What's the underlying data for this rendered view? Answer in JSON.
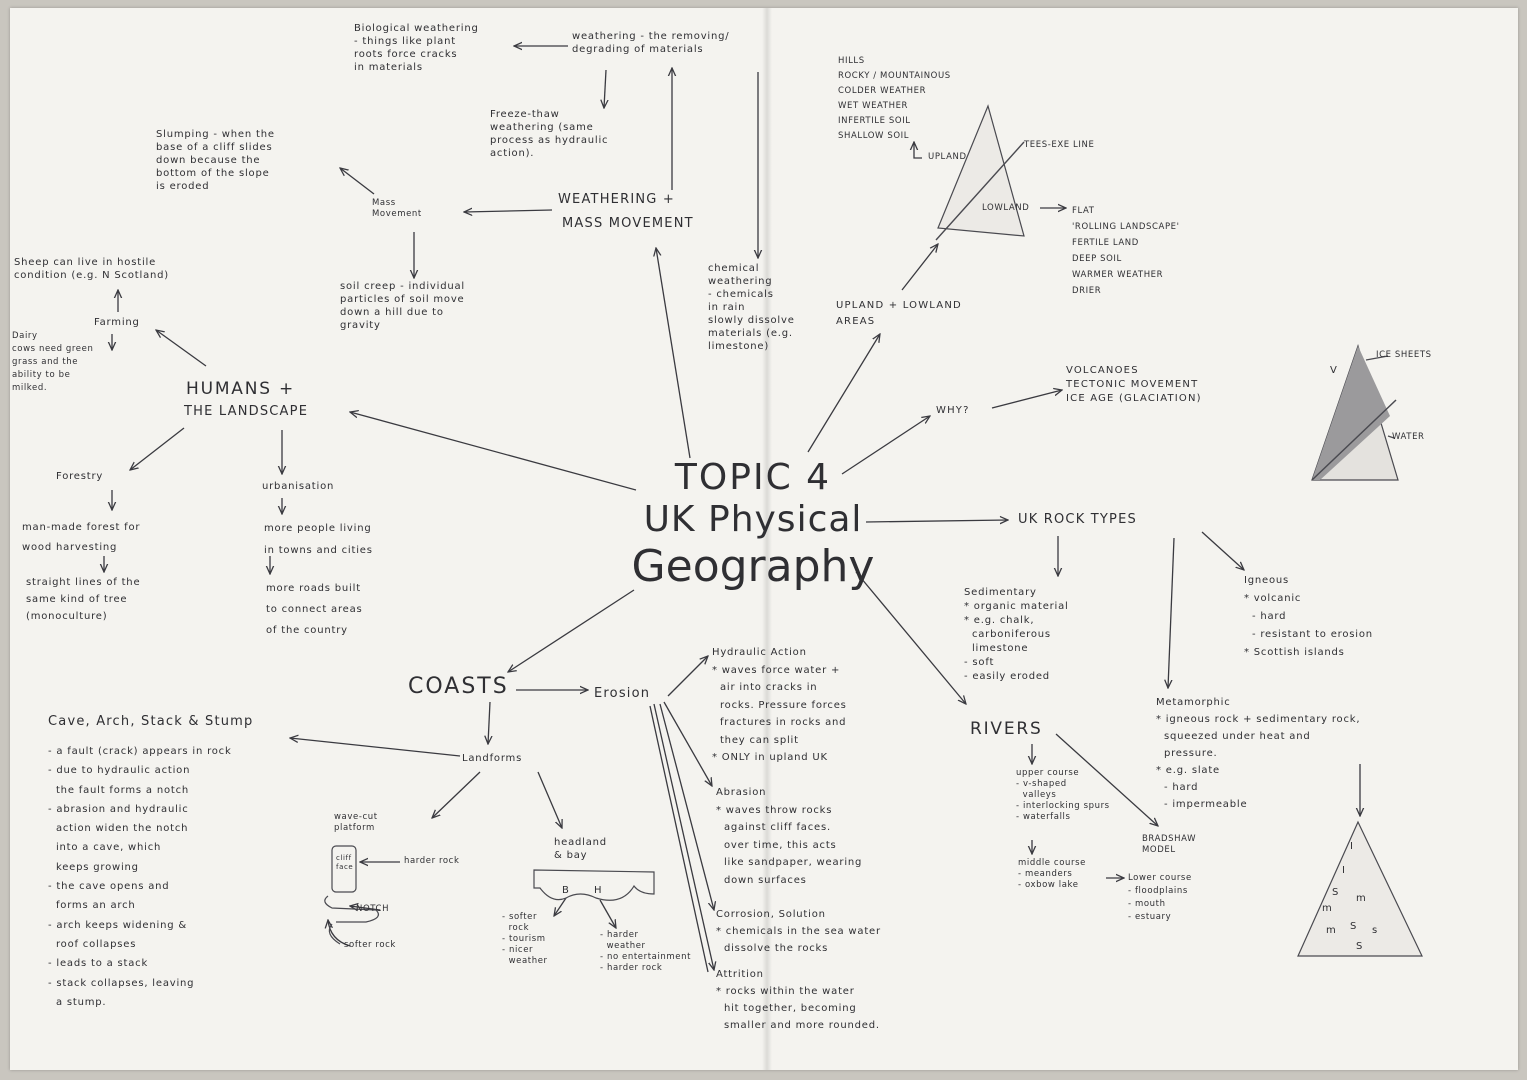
{
  "center": {
    "line1": "TOPIC 4",
    "line2": "UK Physical",
    "line3": "Geography"
  },
  "weathering": {
    "title_line1": "WEATHERING +",
    "title_line2": "MASS MOVEMENT",
    "definition": "weathering - the removing/\ndegrading of materials",
    "biological": "Biological weathering\n- things like plant\nroots force cracks\nin materials",
    "freeze_thaw": "Freeze-thaw\nweathering (same\nprocess as hydraulic\naction).",
    "chemical": "chemical\nweathering\n- chemicals\nin rain\nslowly dissolve\nmaterials (e.g.\nlimestone)",
    "mass_movement": "Mass\nMovement",
    "slumping": "Slumping - when the\nbase of a cliff slides\ndown because the\nbottom of the slope\nis eroded",
    "soil_creep": "soil creep - individual\nparticles of soil move\ndown a hill due to\ngravity"
  },
  "humans": {
    "title_line1": "HUMANS +",
    "title_line2": "THE LANDSCAPE",
    "sheep": "Sheep can live in hostile\ncondition (e.g. N Scotland)",
    "farming": "Farming",
    "dairy": "Dairy\ncows need green\ngrass and the\nability to be\nmilked.",
    "forestry": "Forestry",
    "forest_desc": "man-made forest for\nwood harvesting",
    "monoculture": "straight lines of the\nsame kind of tree\n(monoculture)",
    "urbanisation": "urbanisation",
    "urban_desc": "more people living\nin towns and cities",
    "roads": "more roads built\nto connect areas\nof the country"
  },
  "upland_lowland": {
    "title": "UPLAND + LOWLAND\nAREAS",
    "upland_list": "HILLS\nROCKY / MOUNTAINOUS\nCOLDER WEATHER\nWET WEATHER\nINFERTILE SOIL\nSHALLOW SOIL",
    "upland_label": "UPLAND",
    "tees_exe": "TEES-EXE LINE",
    "lowland_label": "LOWLAND",
    "lowland_list": "FLAT\n'ROLLING LANDSCAPE'\nFERTILE LAND\nDEEP SOIL\nWARMER WEATHER\nDRIER"
  },
  "why": {
    "label": "WHY?",
    "reasons": "VOLCANOES\nTECTONIC MOVEMENT\nICE AGE (GLACIATION)",
    "ice_sheets": "ICE SHEETS",
    "v_label": "V",
    "water": "WATER"
  },
  "rock_types": {
    "title": "UK ROCK TYPES",
    "sedimentary": "Sedimentary\n* organic material\n* e.g. chalk,\n  carboniferous\n  limestone\n- soft\n- easily eroded",
    "igneous": "Igneous\n* volcanic\n  - hard\n  - resistant to erosion\n* Scottish islands",
    "metamorphic": "Metamorphic\n* igneous rock + sedimentary rock,\n  squeezed under heat and\n  pressure.\n* e.g. slate\n  - hard\n  - impermeable",
    "triangle_letters": [
      "I",
      "I",
      "S",
      "m",
      "m",
      "m",
      "S",
      "s",
      "S"
    ]
  },
  "rivers": {
    "title": "RIVERS",
    "upper": "upper course\n- v-shaped\n  valleys\n- interlocking spurs\n- waterfalls",
    "middle": "middle course\n- meanders\n- oxbow lake",
    "lower": "Lower course\n- floodplains\n- mouth\n- estuary",
    "bradshaw": "BRADSHAW\nMODEL"
  },
  "coasts": {
    "title": "COASTS",
    "erosion": "Erosion",
    "hydraulic": "Hydraulic Action\n* waves force water +\n  air into cracks in\n  rocks. Pressure forces\n  fractures in rocks and\n  they can split\n* ONLY in upland UK",
    "abrasion": "Abrasion\n* waves throw rocks\n  against cliff faces.\n  over time, this acts\n  like sandpaper, wearing\n  down surfaces",
    "corrosion": "Corrosion, Solution\n* chemicals in the sea water\n  dissolve the rocks",
    "attrition": "Attrition\n* rocks within the water\n  hit together, becoming\n  smaller and more rounded.",
    "landforms": "Landforms",
    "cave_title": "Cave, Arch, Stack & Stump",
    "cave_steps": "- a fault (crack) appears in rock\n- due to hydraulic action\n  the fault forms a notch\n- abrasion and hydraulic\n  action widen the notch\n  into a cave, which\n  keeps growing\n- the cave opens and\n  forms an arch\n- arch keeps widening &\n  roof collapses\n- leads to a stack\n- stack collapses, leaving\n  a stump.",
    "wave_cut": "wave-cut\nplatform",
    "harder_rock": "harder rock",
    "cliff_face": "cliff\nface",
    "notch": "NOTCH",
    "softer_rock": "softer rock",
    "headland": "headland\n& bay",
    "b_label": "B",
    "h_label": "H",
    "bay_notes": "- softer\n  rock\n- tourism\n- nicer\n  weather",
    "headland_notes": "- harder\n  weather\n- no entertainment\n- harder rock"
  }
}
